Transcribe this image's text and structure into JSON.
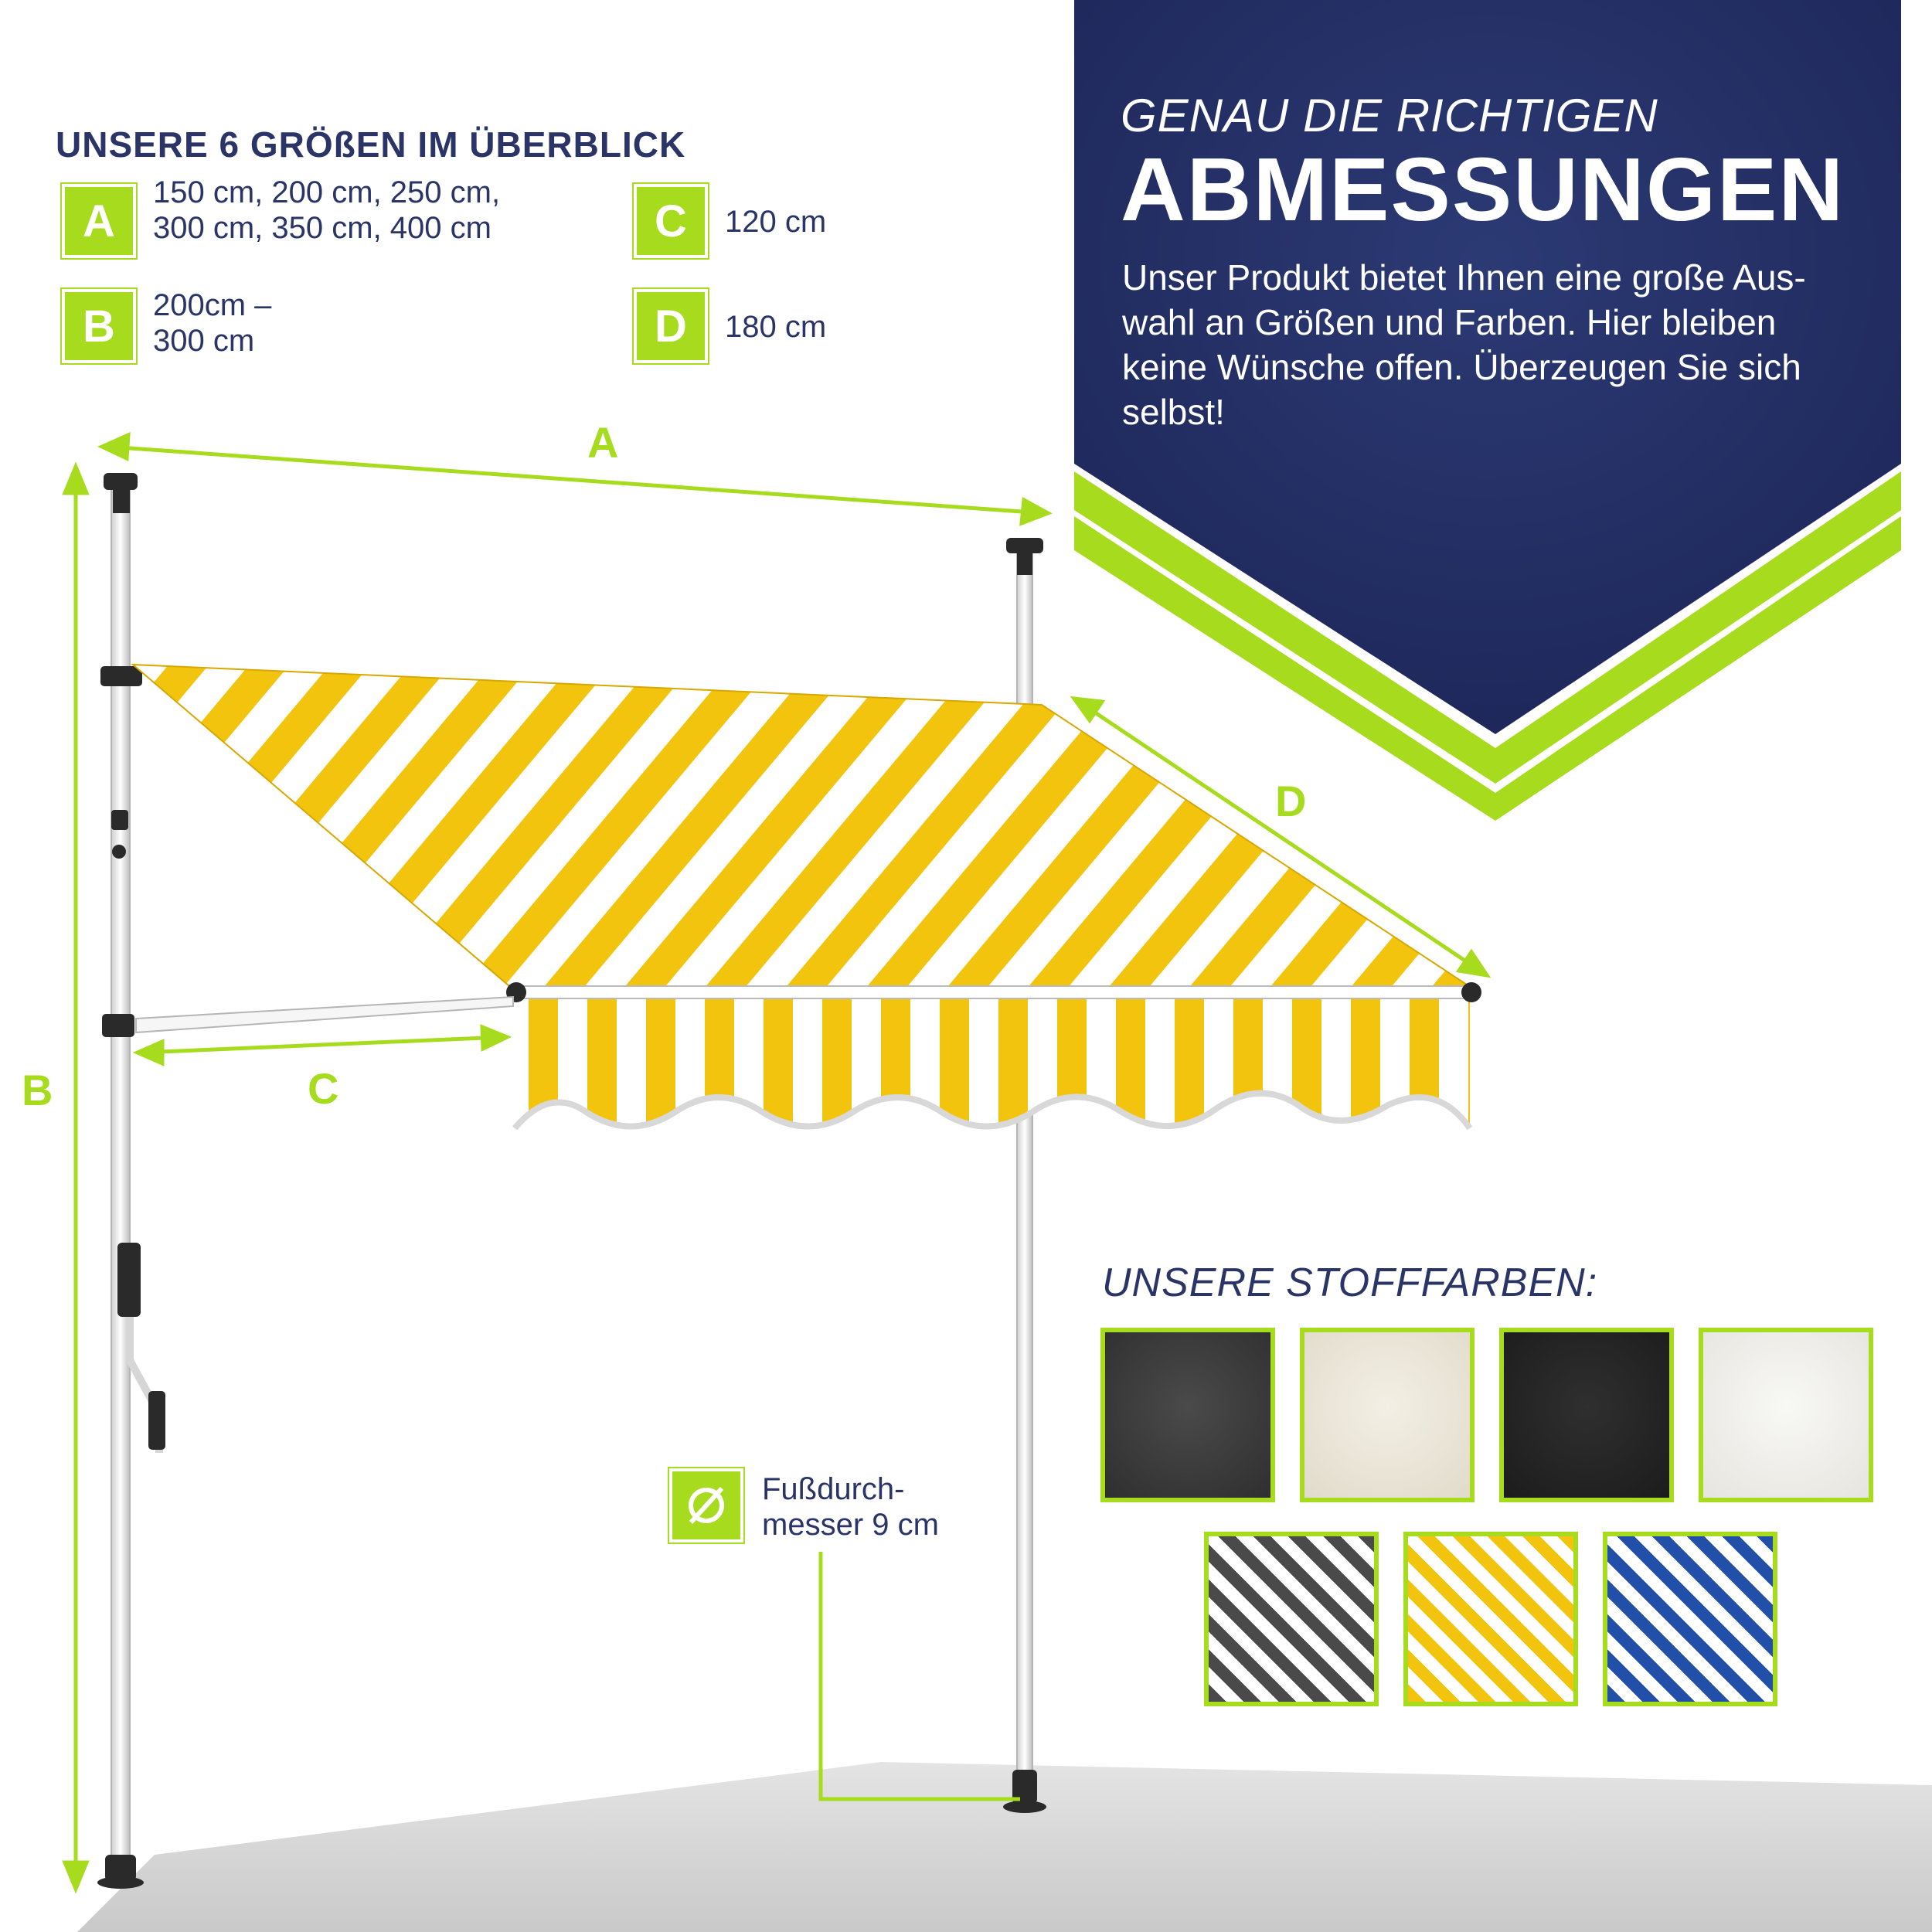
{
  "overview": {
    "title": "UNSERE 6 GRÖßEN IM ÜBERBLICK",
    "sizes": [
      {
        "letter": "A",
        "line1": "150 cm, 200 cm, 250 cm,",
        "line2": "300 cm, 350 cm, 400 cm"
      },
      {
        "letter": "B",
        "line1": "200cm –",
        "line2": "300 cm"
      },
      {
        "letter": "C",
        "line1": "120 cm",
        "line2": ""
      },
      {
        "letter": "D",
        "line1": "180 cm",
        "line2": ""
      }
    ]
  },
  "banner": {
    "subtitle": "GENAU DIE RICHTIGEN",
    "title": "ABMESSUNGEN",
    "paragraph_lines": [
      "Unser Produkt bietet Ihnen eine große Aus-",
      "wahl an Größen und Farben. Hier bleiben",
      "keine Wünsche offen. Überzeugen Sie sich",
      "selbst!"
    ]
  },
  "dimensions": {
    "a": "A",
    "b": "B",
    "c": "C",
    "d": "D"
  },
  "foot": {
    "line1": "Fußdurch-",
    "line2": "messer 9 cm",
    "icon": "diameter-icon"
  },
  "fabric": {
    "title": "UNSERE STOFFFARBEN:",
    "solid": [
      {
        "name": "anthracite",
        "color": "#3c3c3c"
      },
      {
        "name": "cream",
        "color": "#ece7da"
      },
      {
        "name": "black",
        "color": "#262626"
      },
      {
        "name": "white",
        "color": "#f3f2ee"
      }
    ],
    "striped": [
      {
        "name": "grey-white",
        "stripe": "#4a4a4a",
        "base": "#ffffff"
      },
      {
        "name": "yellow-white",
        "stripe": "#f2c40e",
        "base": "#ffffff"
      },
      {
        "name": "blue-white",
        "stripe": "#2250a8",
        "base": "#ffffff"
      }
    ]
  },
  "colors": {
    "accent": "#a7dc1e",
    "navy": "#253063",
    "awning_yellow": "#f2c40e"
  }
}
